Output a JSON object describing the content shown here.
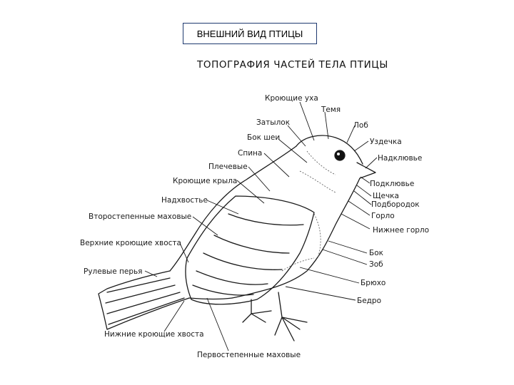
{
  "slide": {
    "title": "ВНЕШНИЙ ВИД ПТИЦЫ"
  },
  "diagram": {
    "heading": "ТОПОГРАФИЯ ЧАСТЕЙ ТЕЛА ПТИЦЫ",
    "labels": {
      "ear_coverts": "Кроющие уха",
      "crown": "Темя",
      "nape": "Затылок",
      "forehead": "Лоб",
      "lores": "Уздечка",
      "neck_side": "Бок шеи",
      "above_beak": "Надклювье",
      "back": "Спина",
      "scapulars": "Плечевые",
      "below_beak": "Подклювье",
      "wing_coverts": "Кроющие крыла",
      "cheek": "Щечка",
      "chin": "Подбородок",
      "rump": "Надхвостье",
      "throat": "Горло",
      "secondaries": "Второстепенные маховые",
      "lower_throat": "Нижнее горло",
      "upper_tail_coverts": "Верхние кроющие хвоста",
      "flank": "Бок",
      "crop": "Зоб",
      "tail_feathers": "Рулевые перья",
      "belly": "Брюхо",
      "thigh": "Бедро",
      "under_tail_coverts": "Нижние кроющие хвоста",
      "primaries": "Первостепенные маховые"
    }
  }
}
